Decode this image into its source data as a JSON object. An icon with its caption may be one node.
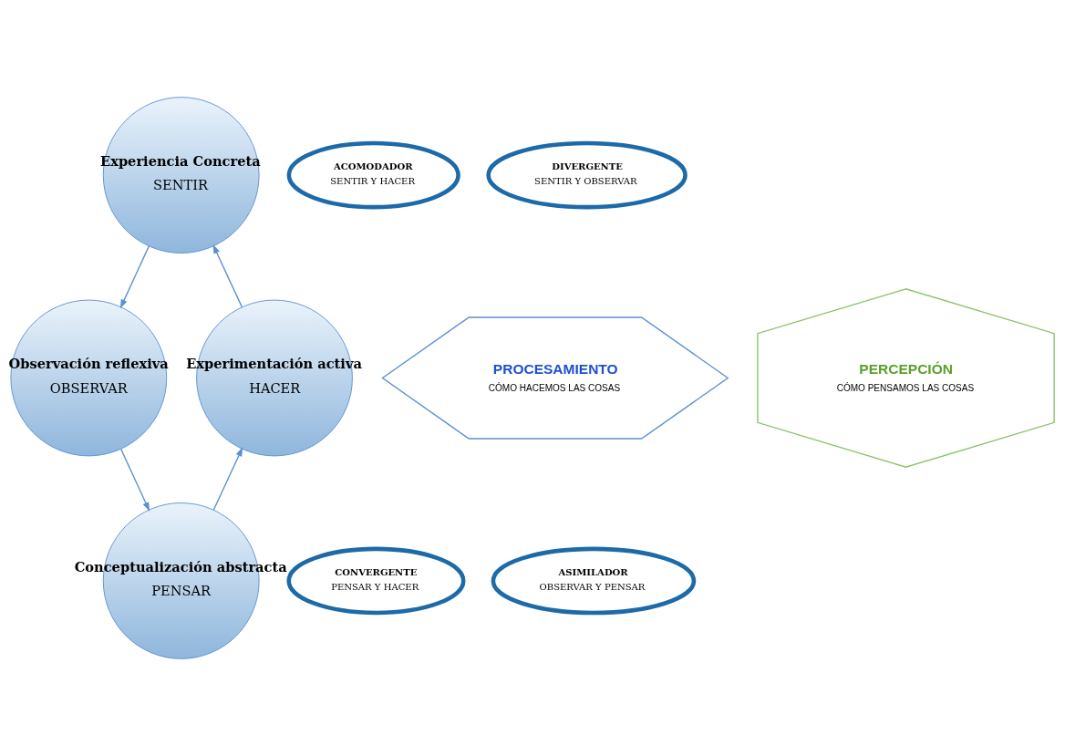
{
  "diagram": {
    "nodes": [
      {
        "text": [
          "Experiencia Concreta",
          "SENTIR"
        ]
      },
      {
        "text": [
          "Observación reflexiva",
          "OBSERVAR"
        ]
      },
      {
        "text": [
          "Conceptualización abstracta",
          "PENSAR"
        ]
      },
      {
        "text": [
          "Experimentación activa",
          "HACER"
        ]
      },
      {
        "text": [
          "ACOMODADOR",
          "SENTIR Y HACER"
        ]
      },
      {
        "text": [
          "DIVERGENTE",
          "SENTIR Y OBSERVAR"
        ]
      },
      {
        "text": [
          "CONVERGENTE",
          "PENSAR Y HACER"
        ]
      },
      {
        "text": [
          "ASIMILADOR",
          "OBSERVAR Y PENSAR"
        ]
      },
      {
        "text": [
          "PROCESAMIENTO",
          "CÓMO HACEMOS LAS COSAS"
        ]
      },
      {
        "text": [
          "PERCEPCIÓN",
          "CÓMO PENSAMOS LAS COSAS"
        ]
      }
    ],
    "edges": [
      {
        "from": 3,
        "to": 0,
        "arrow": "to"
      },
      {
        "from": 0,
        "to": 1,
        "arrow": "to"
      },
      {
        "from": 1,
        "to": 2,
        "arrow": "to"
      },
      {
        "from": 2,
        "to": 3,
        "arrow": "to"
      }
    ]
  }
}
